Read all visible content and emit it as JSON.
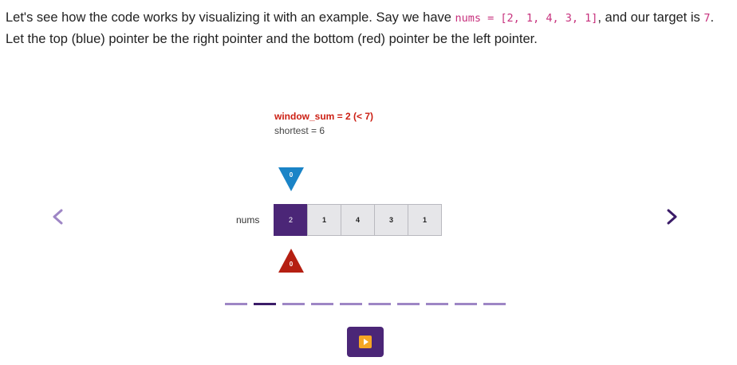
{
  "intro": {
    "part1": "Let's see how the code works by visualizing it with an example. Say we have ",
    "nums_code": "nums = [2, 1, 4, 3, 1]",
    "part2": ", and our target is ",
    "target_code": "7",
    "part3": ". Let the top (blue) pointer be the right pointer and the bottom (red) pointer be the left pointer."
  },
  "status": {
    "window_sum": "window_sum = 2 (< 7)",
    "shortest": "shortest = 6"
  },
  "pointers": {
    "right_index": "0",
    "left_index": "0"
  },
  "array": {
    "label": "nums",
    "values": [
      "2",
      "1",
      "4",
      "3",
      "1"
    ],
    "active_index": 0
  },
  "steps": {
    "count": 10,
    "current": 1
  },
  "colors": {
    "accent_purple": "#4b2677",
    "right_pointer_blue": "#1a84c7",
    "left_pointer_red": "#b51f12",
    "status_red": "#cc1f13",
    "code_pink": "#c7317d",
    "play_orange": "#f6a623",
    "step_inactive": "#9e86c5",
    "step_active": "#3b1c68"
  },
  "icons": {
    "prev": "chevron-left-icon",
    "next": "chevron-right-icon",
    "play": "play-icon"
  }
}
